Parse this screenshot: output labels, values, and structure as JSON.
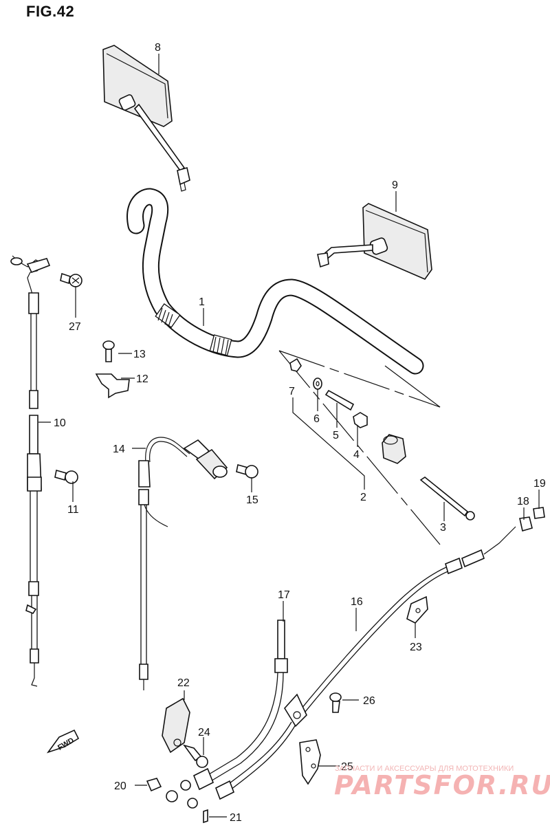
{
  "figure": {
    "title": "FIG.42"
  },
  "fwd_label": "FWD",
  "callouts": [
    "1",
    "2",
    "3",
    "4",
    "5",
    "6",
    "7",
    "8",
    "9",
    "10",
    "11",
    "12",
    "13",
    "14",
    "15",
    "16",
    "17",
    "18",
    "19",
    "20",
    "21",
    "22",
    "23",
    "24",
    "25",
    "26",
    "27"
  ],
  "watermark": {
    "tagline": "ЗАПЧАСТИ И АКСЕССУАРЫ ДЛЯ МОТОТЕХНИКИ",
    "logo": "PARTSFOR.RU"
  }
}
